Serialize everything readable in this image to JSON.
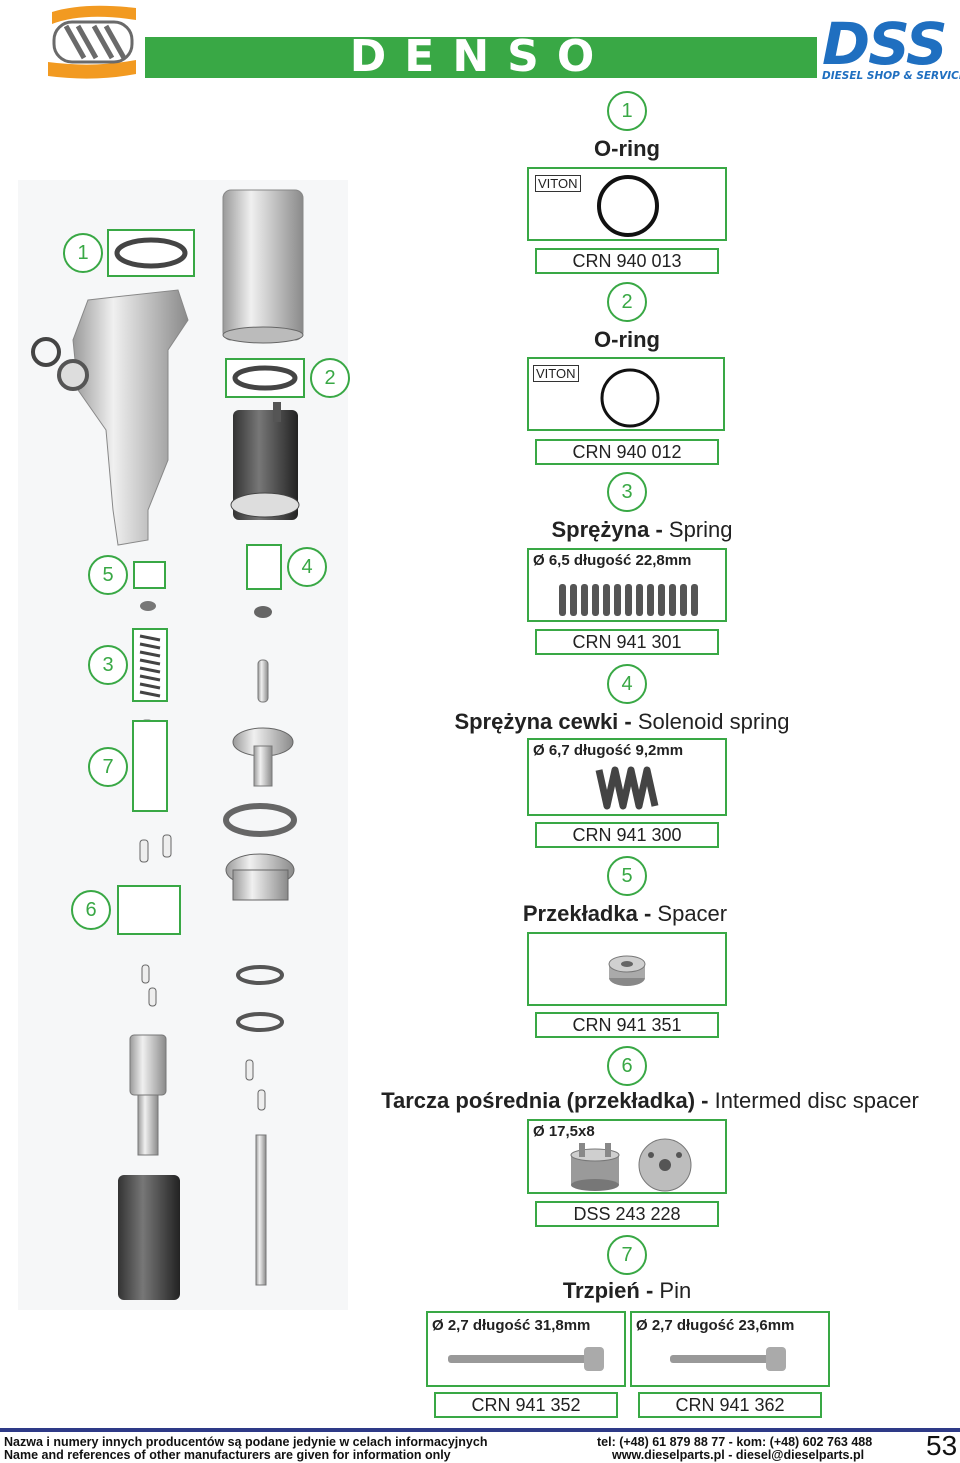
{
  "header": {
    "brand": "DENSO",
    "dss_logo_big": "DSS",
    "dss_logo_small": "DIESEL SHOP & SERVICE",
    "accent_green": "#39a845",
    "accent_blue": "#1f6fc0"
  },
  "diagram_labels": [
    "1",
    "2",
    "5",
    "4",
    "3",
    "7",
    "6"
  ],
  "parts": [
    {
      "num": "1",
      "title_pl": "O-ring",
      "title_en": "",
      "material": "VITON",
      "spec": "",
      "code": "CRN 940 013"
    },
    {
      "num": "2",
      "title_pl": "O-ring",
      "title_en": "",
      "material": "VITON",
      "spec": "",
      "code": "CRN 940 012"
    },
    {
      "num": "3",
      "title_pl": "Sprężyna",
      "title_en": "Spring",
      "material": "",
      "spec": "Ø 6,5 długość 22,8mm",
      "code": "CRN 941 301"
    },
    {
      "num": "4",
      "title_pl": "Sprężyna cewki",
      "title_en": "Solenoid spring",
      "material": "",
      "spec": "Ø 6,7 długość 9,2mm",
      "code": "CRN 941 300"
    },
    {
      "num": "5",
      "title_pl": "Przekładka",
      "title_en": "Spacer",
      "material": "",
      "spec": "",
      "code": "CRN 941 351"
    },
    {
      "num": "6",
      "title_pl": "Tarcza pośrednia (przekładka)",
      "title_en": "Intermed disc spacer",
      "material": "",
      "spec": "Ø 17,5x8",
      "code": "DSS 243 228"
    },
    {
      "num": "7",
      "title_pl": "Trzpień",
      "title_en": "Pin",
      "material": "",
      "spec_a": "Ø 2,7 długość 31,8mm",
      "spec_b": "Ø 2,7 długość 23,6mm",
      "code_a": "CRN 941 352",
      "code_b": "CRN 941 362"
    }
  ],
  "separator": " - ",
  "footer": {
    "disclaimer_pl": "Nazwa i numery innych producentów są podane jedynie w celach informacyjnych",
    "disclaimer_en": "Name and references of other manufacturers are given for information only",
    "phone": "tel: (+48)  61 879 88 77 - kom: (+48) 602 763 488",
    "web": "www.dieselparts.pl - diesel@dieselparts.pl",
    "page": "53"
  }
}
